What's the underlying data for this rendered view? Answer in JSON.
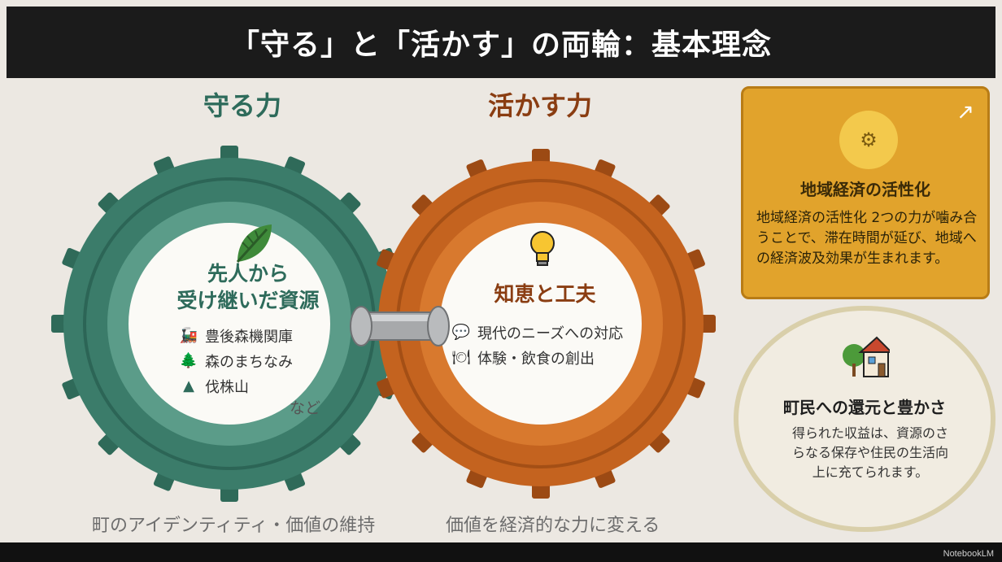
{
  "header": {
    "title": "「守る」と「活かす」の両輪：基本理念"
  },
  "left": {
    "heading": "守る力",
    "inner_title_line1": "先人から",
    "inner_title_line2": "受け継いだ資源",
    "items": [
      {
        "icon": "locomotive-icon",
        "glyph": "🚂",
        "label": "豊後森機関庫"
      },
      {
        "icon": "tree-icon",
        "glyph": "🌲",
        "label": "森のまちなみ"
      },
      {
        "icon": "mountain-icon",
        "glyph": "▲",
        "label": "伐株山"
      }
    ],
    "etc": "など",
    "caption": "町のアイデンティティ・価値の維持",
    "color": "#2e6b5b"
  },
  "right": {
    "heading": "活かす力",
    "inner_title": "知恵と工夫",
    "items": [
      {
        "icon": "speech-bubble-icon",
        "glyph": "💬",
        "label": "現代のニーズへの対応"
      },
      {
        "icon": "dish-icon",
        "glyph": "🍽",
        "label": "体験・飲食の創出"
      }
    ],
    "caption": "価値を経済的な力に変える",
    "color": "#c4631f"
  },
  "card": {
    "title": "地域経済の活性化",
    "body": "地域経済の活性化 2つの力が噛み合うことで、滞在時間が延び、地域への経済波及効果が生まれます。",
    "arrow": "↗",
    "gear_glyph": "⚙",
    "color": "#e1a32c"
  },
  "return": {
    "title": "町民への還元と豊かさ",
    "body": "得られた収益は、資源のさらなる保存や住民の生活向上に充てられます。"
  },
  "footer": {
    "brand": "NotebookLM"
  }
}
